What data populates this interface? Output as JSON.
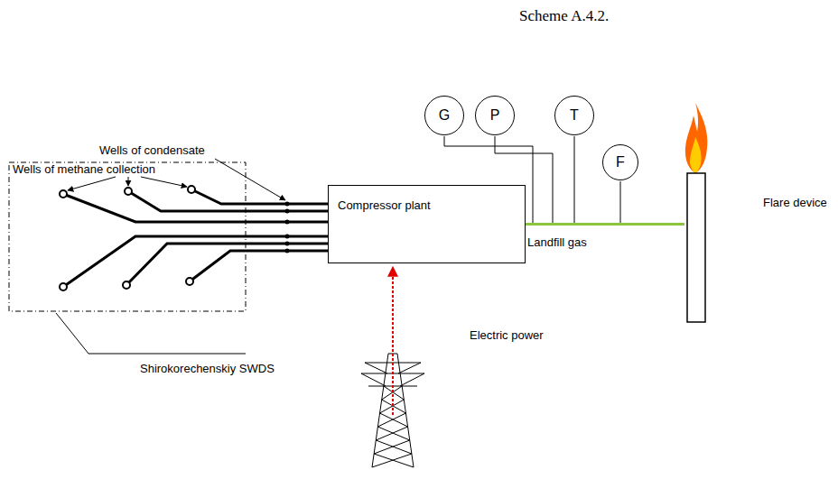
{
  "diagram": {
    "title": "Scheme A.4.2.",
    "nodes": [
      {
        "text": [
          "Compressor plant"
        ]
      },
      {
        "text": [
          "G"
        ]
      },
      {
        "text": [
          "P"
        ]
      },
      {
        "text": [
          "T"
        ]
      },
      {
        "text": [
          "F"
        ]
      },
      {
        "text": [
          "Flare device"
        ]
      }
    ],
    "edges": [
      {
        "from": 0,
        "to": 5,
        "arrow": "none",
        "label": "Landfill gas"
      }
    ],
    "labels": [
      "Wells of condensate",
      "Wells of methane collection",
      "Shirokorechenskiy SWDS",
      "Electric power"
    ]
  }
}
